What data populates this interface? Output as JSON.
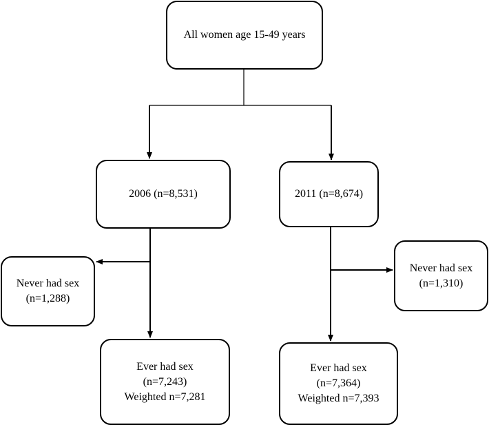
{
  "root": {
    "label": "All women age 15-49 years"
  },
  "year_2006": {
    "label": "2006 (n=8,531)",
    "never": {
      "line1": "Never had sex",
      "line2": "(n=1,288)"
    },
    "ever": {
      "line1": "Ever had sex",
      "line2": "(n=7,243)",
      "line3": "Weighted n=7,281"
    }
  },
  "year_2011": {
    "label": "2011 (n=8,674)",
    "never": {
      "line1": "Never had sex",
      "line2": "(n=1,310)"
    },
    "ever": {
      "line1": "Ever had sex",
      "line2": "(n=7,364)",
      "line3": "Weighted n=7,393"
    }
  },
  "colors": {
    "stroke": "#000000",
    "background": "#ffffff"
  }
}
